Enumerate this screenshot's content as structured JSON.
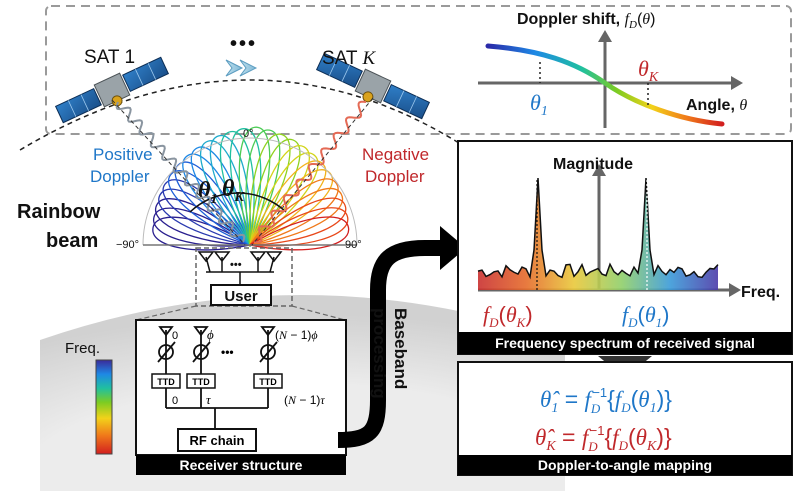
{
  "satellites": {
    "sat1_label": "SAT 1",
    "satk_label": "SAT K",
    "ellipsis": "•••"
  },
  "doppler_plot": {
    "y_label": "Doppler shift, f_D(θ)",
    "x_label": "Angle, θ",
    "theta1_label": "θ_1",
    "thetak_label": "θ_K"
  },
  "left_labels": {
    "positive": "Positive\nDoppler",
    "negative": "Negative\nDoppler",
    "rainbow_line1": "Rainbow",
    "rainbow_line2": "beam",
    "deg0": "0°",
    "deg_neg90": "−90°",
    "deg_pos90": "90°",
    "beam_theta1": "θ_1",
    "beam_thetak": "θ_K"
  },
  "user_block": {
    "user_label": "User",
    "dots": "•••"
  },
  "receiver": {
    "phase_0": "0",
    "phase_phi": "ϕ",
    "phase_n": "(N − 1)ϕ",
    "ttd": "TTD",
    "delay_0": "0",
    "delay_tau": "τ",
    "delay_n": "(N − 1)τ",
    "rf_chain": "RF chain",
    "dots": "•••",
    "caption": "Receiver structure",
    "freq_label": "Freq."
  },
  "baseband": {
    "line1": "Baseband",
    "line2": "processing"
  },
  "spectrum": {
    "y_label": "Magnitude",
    "x_label": "Freq.",
    "peak_k_label": "f_D(θ_K)",
    "peak_1_label": "f_D(θ_1)",
    "caption": "Frequency spectrum of received signal"
  },
  "mapping": {
    "eq1": "θ̂_1 = f_D^−1{f_D(θ_1)}",
    "eqk": "θ̂_K = f_D^−1{f_D(θ_K)}",
    "caption": "Doppler-to-angle mapping"
  },
  "colors": {
    "blue": "#1f77c8",
    "red": "#c0282b",
    "dark": "#111111",
    "dashed_box": "#9a9a9a"
  }
}
